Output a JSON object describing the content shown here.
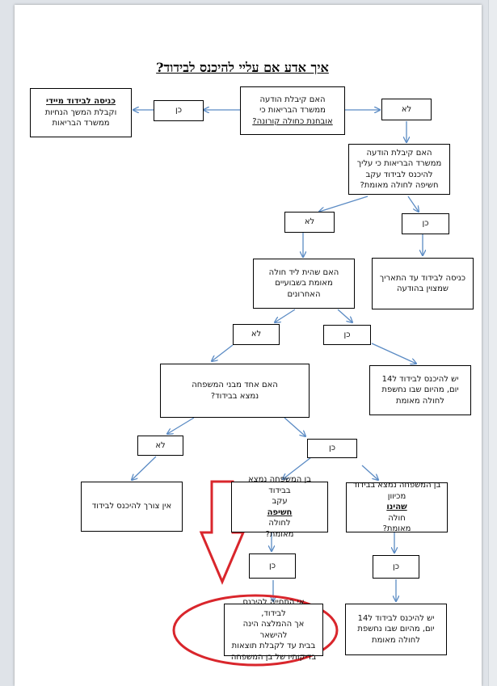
{
  "title": "איך אדע אם עליי להיכנס לבידוד?",
  "boxes": {
    "q1": [
      "האם קיבלת הודעה",
      "ממשרד הבריאות כי",
      "אובחנת כחולה קורונה?"
    ],
    "q1_yes_label": "כן",
    "q1_no_label": "לא",
    "r_immediate": {
      "line1": "כניסה לבידוד מיידי",
      "line2": "וקבלת המשך הנחיות",
      "line3": "ממשרד הבריאות"
    },
    "q2": [
      "האם קיבלת הודעה",
      "ממשרד הבריאות כי עליך",
      "להיכנס לבידוד עקב",
      "חשיפה לחולה מאומת?"
    ],
    "q2_no_label": "לא",
    "q2_yes_label": "כן",
    "r_until_date": [
      "כניסה לבידוד עד התאריך",
      "שמצוין בהודעה"
    ],
    "q3": [
      "האם שהית ליד חולה",
      "מאומת בשבועיים",
      "האחרונים"
    ],
    "q3_no_label": "לא",
    "q3_yes_label": "כן",
    "r_14days_a": [
      "יש להיכנס לבידוד ל14",
      "יום, מהיום שבו נחשפת",
      "לחולה מאומת"
    ],
    "q4": [
      "האם אחד מבני המשפחה",
      "נמצא בבידוד?"
    ],
    "q4_no_label": "לא",
    "q4_yes_label": "כן",
    "r_no_need": "אין צורך להיכנס לבידוד",
    "q5": {
      "line1": "בן המשפחה נמצא בבידוד",
      "line2_pre": "עקב ",
      "line2_em": "חשיפה",
      "line2_post": " לחולה",
      "line3": "מאומת?"
    },
    "q6": {
      "line1": "בן המשפחה נמצא בבידוד",
      "line2": "מכיוון ",
      "line2_em": "שהינו",
      "line2_post": " חולה",
      "line3": "מאומת?"
    },
    "q5_yes_label": "כן",
    "q6_yes_label": "כן",
    "r_not_required": [
      "אי התחייה להיכנס לבידוד,",
      "אך ההמלצה הינה להישאר",
      "בבית עד לקבלת תוצאות",
      "בדיקותיו של בן המשפחה"
    ],
    "r_14days_b": [
      "יש להיכנס לבידוד ל14",
      "יום, מהיום שבו נחשפת",
      "לחולה מאומת"
    ]
  },
  "colors": {
    "arrow": "#5b8bc4",
    "highlight": "#d9262c"
  }
}
